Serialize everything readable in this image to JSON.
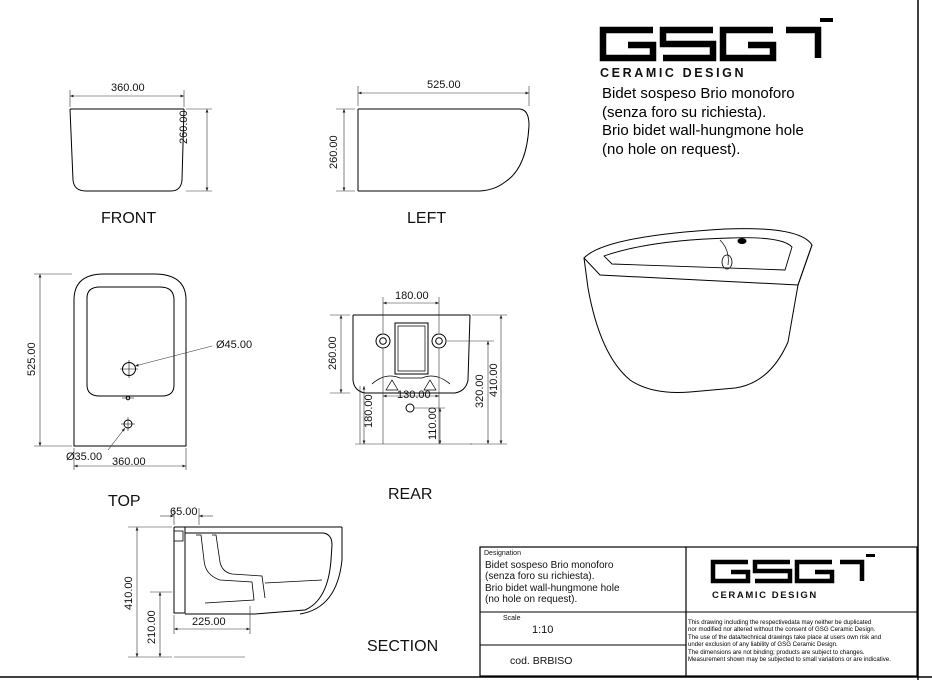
{
  "header": {
    "logo_text": "GSG",
    "logo_subtitle": "CERAMIC DESIGN",
    "description_lines": [
      "Bidet sospeso Brio monoforo",
      "(senza foro su richiesta).",
      "Brio bidet wall-hungmone hole",
      "(no hole on request)."
    ]
  },
  "views": {
    "front": {
      "label": "FRONT",
      "dims": [
        "360.00",
        "260.00"
      ]
    },
    "left": {
      "label": "LEFT",
      "dims": [
        "525.00",
        "260.00"
      ]
    },
    "top": {
      "label": "TOP",
      "dims": [
        "525.00",
        "Ø45.00",
        "Ø35.00",
        "360.00"
      ]
    },
    "rear": {
      "label": "REAR",
      "dims": [
        "180.00",
        "260.00",
        "410.00",
        "320.00",
        "130.00",
        "180.00",
        "110.00"
      ]
    },
    "section": {
      "label": "SECTION",
      "dims": [
        "65.00",
        "410.00",
        "210.00",
        "225.00"
      ]
    }
  },
  "title_block": {
    "designation_label": "Designation",
    "designation_lines": [
      "Bidet sospeso Brio monoforo",
      "(senza foro su richiesta).",
      "Brio bidet wall-hungmone hole",
      "(no hole on request)."
    ],
    "scale_label": "Scale",
    "scale_value": "1:10",
    "code": "cod. BRBISO",
    "logo_text": "GSG",
    "logo_subtitle": "CERAMIC DESIGN",
    "notes": [
      "This drawing including the respectivedata may neither be duplicated",
      "nor modified nor altered without the consent of GSG Ceramic Design.",
      "The use of the data/technical drawings take place at users own risk and",
      "under exclusion of any liability of GSG Ceramic Design.",
      "The dimensions are not binding; products are subject to changes.",
      "Measurement shown may be subjected to small variations or are indicative."
    ]
  }
}
